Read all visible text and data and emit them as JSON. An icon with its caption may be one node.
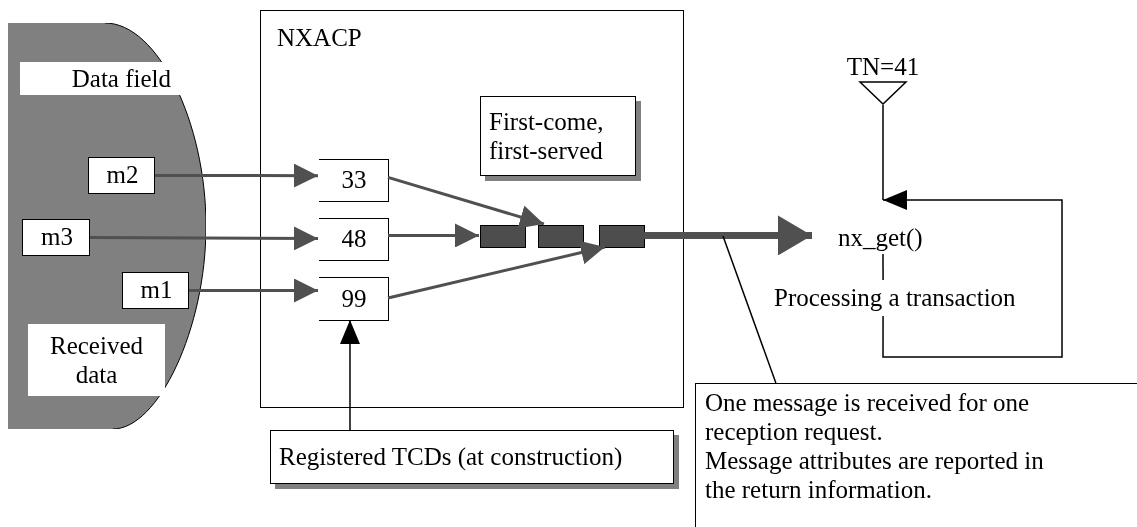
{
  "diagram": {
    "nodes": [
      {
        "text": [
          "Data field",
          "Received data"
        ]
      },
      {
        "text": [
          "m2"
        ],
        "in": 0
      },
      {
        "text": [
          "m3"
        ],
        "in": 0
      },
      {
        "text": [
          "m1"
        ],
        "in": 0
      },
      {
        "text": [
          "NXACP"
        ]
      },
      {
        "text": [
          "First-come, first-served"
        ],
        "in": 4
      },
      {
        "text": [
          "33"
        ],
        "in": 4
      },
      {
        "text": [
          "48"
        ],
        "in": 4
      },
      {
        "text": [
          "99"
        ],
        "in": 4
      },
      {
        "text": [],
        "shape": "box",
        "in": 4
      },
      {
        "text": [],
        "shape": "box",
        "in": 4
      },
      {
        "text": [],
        "shape": "box",
        "in": 4
      },
      {
        "text": [
          "Registered TCDs (at construction)"
        ]
      },
      {
        "text": [
          "TN=41"
        ]
      },
      {
        "text": [
          "nx_get()"
        ]
      },
      {
        "text": [
          "Processing a transaction"
        ]
      },
      {
        "text": [
          "One message is received for one reception request.",
          "Message attributes are reported in the return information."
        ]
      }
    ],
    "edges": [
      {
        "from": 1,
        "to": 6,
        "arrow": "to"
      },
      {
        "from": 2,
        "to": 7,
        "arrow": "to"
      },
      {
        "from": 3,
        "to": 8,
        "arrow": "to"
      },
      {
        "from": 6,
        "to": 10,
        "arrow": "to"
      },
      {
        "from": 7,
        "to": 9,
        "arrow": "to"
      },
      {
        "from": 8,
        "to": 11,
        "arrow": "to"
      },
      {
        "from": 11,
        "to": 14,
        "arrow": "to",
        "style": "thick"
      },
      {
        "from": 12,
        "to": 8,
        "arrow": "to",
        "color": "#000000"
      },
      {
        "from": 13,
        "to": 14,
        "arrow": "none",
        "color": "#000000"
      },
      {
        "from": 14,
        "to": 15,
        "arrow": "none",
        "color": "#000000"
      },
      {
        "from": 15,
        "to": 14,
        "arrow": "to",
        "color": "#000000"
      },
      {
        "from": 16,
        "to": null,
        "arrow": "none",
        "color": "#000000"
      }
    ]
  }
}
